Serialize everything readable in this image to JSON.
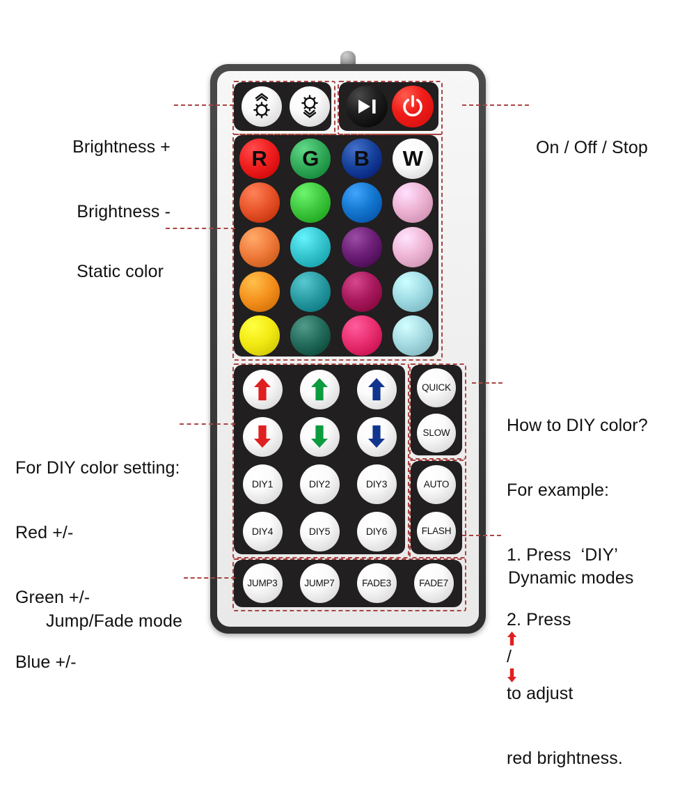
{
  "document": {
    "title": "44-Key RGB LED Strip IR Remote Control Diagram",
    "accent_dashed": "#a94442",
    "body_bg": "#ffffff"
  },
  "annotations": [
    {
      "id": "brightness",
      "lines": [
        "Brightness +",
        "Brightness -"
      ]
    },
    {
      "id": "static-color",
      "lines": [
        "Static color"
      ]
    },
    {
      "id": "diy-setting",
      "lines": [
        "For DIY color setting:",
        "Red +/-",
        "Green +/-",
        "Blue +/-"
      ]
    },
    {
      "id": "jump-fade",
      "lines": [
        "Jump/Fade mode"
      ]
    },
    {
      "id": "on-off-stop",
      "lines": [
        "On / Off / Stop"
      ]
    },
    {
      "id": "how-to-diy",
      "lines": [
        "How to DIY color?",
        "For example:",
        "1. Press  ‘DIY’",
        "2. Press",
        "red brightness."
      ],
      "line4_prefix": "2. Press ",
      "line4_mid": " / ",
      "line4_suffix": " to adjust"
    },
    {
      "id": "dynamic-modes",
      "lines": [
        "Dynamic modes"
      ]
    }
  ],
  "remote": {
    "top_row": {
      "brightness_up": {
        "label": "",
        "icon": "sun-up-icon",
        "tooltip": "Brightness +"
      },
      "brightness_down": {
        "label": "",
        "icon": "sun-down-icon",
        "tooltip": "Brightness -"
      },
      "play_pause": {
        "label": "",
        "icon": "play-pause-icon",
        "tooltip": "Play / Pause"
      },
      "power": {
        "label": "",
        "icon": "power-icon",
        "color": "#f01d19",
        "tooltip": "On / Off"
      }
    },
    "color_grid": {
      "columns": 4,
      "rows": 5,
      "cells": [
        {
          "label": "R",
          "color": "#f01e1e",
          "has_label": true
        },
        {
          "label": "G",
          "color": "#33ab5a",
          "has_label": true
        },
        {
          "label": "B",
          "color": "#16429c",
          "has_label": true
        },
        {
          "label": "W",
          "color": "#fafafa",
          "has_label": true
        },
        {
          "label": "",
          "color": "#e8542a",
          "has_label": false
        },
        {
          "label": "",
          "color": "#3fc83f",
          "has_label": false
        },
        {
          "label": "",
          "color": "#1477cf",
          "has_label": false
        },
        {
          "label": "",
          "color": "#eeb2d2",
          "has_label": false
        },
        {
          "label": "",
          "color": "#f07c3c",
          "has_label": false
        },
        {
          "label": "",
          "color": "#37c6cf",
          "has_label": false
        },
        {
          "label": "",
          "color": "#6c1f76",
          "has_label": false
        },
        {
          "label": "",
          "color": "#efb6d5",
          "has_label": false
        },
        {
          "label": "",
          "color": "#f5921e",
          "has_label": false
        },
        {
          "label": "",
          "color": "#2a9ba3",
          "has_label": false
        },
        {
          "label": "",
          "color": "#a8195e",
          "has_label": false
        },
        {
          "label": "",
          "color": "#9fdbe4",
          "has_label": false
        },
        {
          "label": "",
          "color": "#f3ea14",
          "has_label": false
        },
        {
          "label": "",
          "color": "#246c5c",
          "has_label": false
        },
        {
          "label": "",
          "color": "#e92f70",
          "has_label": false
        },
        {
          "label": "",
          "color": "#a6dbe3",
          "has_label": false
        }
      ]
    },
    "diy_pad": {
      "arrows": [
        {
          "label": "",
          "icon": "arrow-up-icon",
          "color": "#e02020",
          "direction": "up",
          "channel": "red"
        },
        {
          "label": "",
          "icon": "arrow-up-icon",
          "color": "#0c9b3f",
          "direction": "up",
          "channel": "green"
        },
        {
          "label": "",
          "icon": "arrow-up-icon",
          "color": "#11358f",
          "direction": "up",
          "channel": "blue"
        },
        {
          "label": "",
          "icon": "arrow-down-icon",
          "color": "#e02020",
          "direction": "down",
          "channel": "red"
        },
        {
          "label": "",
          "icon": "arrow-down-icon",
          "color": "#0c9b3f",
          "direction": "down",
          "channel": "green"
        },
        {
          "label": "",
          "icon": "arrow-down-icon",
          "color": "#11358f",
          "direction": "down",
          "channel": "blue"
        }
      ],
      "diy_buttons": [
        "DIY1",
        "DIY2",
        "DIY3",
        "DIY4",
        "DIY5",
        "DIY6"
      ]
    },
    "speed_panel": {
      "buttons": [
        "QUICK",
        "SLOW"
      ]
    },
    "dynamic_panel": {
      "buttons": [
        "AUTO",
        "FLASH"
      ]
    },
    "bottom_row": {
      "buttons": [
        "JUMP3",
        "JUMP7",
        "FADE3",
        "FADE7"
      ]
    }
  }
}
